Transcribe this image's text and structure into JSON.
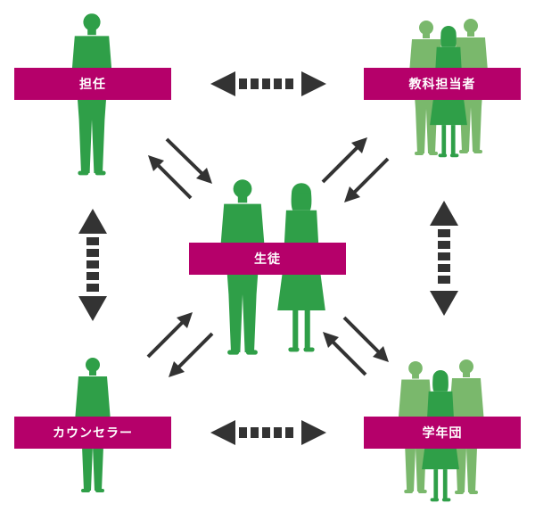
{
  "nodes": {
    "homeroom": "担任",
    "subject": "教科担当者",
    "students": "生徒",
    "counselor": "カウンセラー",
    "grade": "学年団"
  },
  "colors": {
    "label_bg": "#b5006a",
    "label_text": "#ffffff",
    "figure_dark": "#2f9f48",
    "figure_light": "#7ab86c",
    "arrow": "#333333"
  }
}
